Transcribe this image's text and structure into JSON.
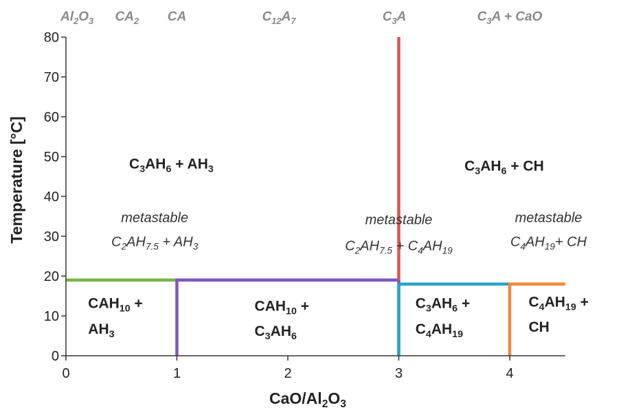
{
  "chart_data": {
    "type": "phase-diagram",
    "xlabel": "CaO/Al2O3",
    "ylabel": "Temperature [°C]",
    "xlim": [
      0,
      4.5
    ],
    "ylim": [
      0,
      80
    ],
    "x_ticks": [
      0,
      1,
      2,
      3,
      4
    ],
    "y_ticks": [
      0,
      10,
      20,
      30,
      40,
      50,
      60,
      70,
      80
    ],
    "top_labels": [
      {
        "text": "Al2O3",
        "x": 0.1
      },
      {
        "text": "CA2",
        "x": 0.55
      },
      {
        "text": "CA",
        "x": 1.0
      },
      {
        "text": "C12A7",
        "x": 1.92
      },
      {
        "text": "C3A",
        "x": 2.96
      },
      {
        "text": "C3A + CaO",
        "x": 4.0
      }
    ],
    "boundaries": [
      {
        "color": "#7cb342",
        "points": [
          [
            0,
            19
          ],
          [
            1,
            19
          ]
        ]
      },
      {
        "color": "#7e57c2",
        "points": [
          [
            1,
            0
          ],
          [
            1,
            19
          ],
          [
            3,
            19
          ]
        ]
      },
      {
        "color": "#7e57c2",
        "points": [
          [
            3,
            19
          ],
          [
            3,
            0
          ]
        ]
      },
      {
        "color": "#29a3c9",
        "points": [
          [
            3,
            18
          ],
          [
            4,
            18
          ]
        ]
      },
      {
        "color": "#29a3c9",
        "points": [
          [
            3,
            0
          ],
          [
            3,
            18
          ]
        ]
      },
      {
        "color": "#ef8a3a",
        "points": [
          [
            4,
            0
          ],
          [
            4,
            18
          ],
          [
            4.5,
            18
          ]
        ]
      },
      {
        "color": "#e05252",
        "points": [
          [
            3,
            19
          ],
          [
            3,
            80
          ]
        ]
      }
    ],
    "regions": [
      {
        "text": "C3AH6 + AH3",
        "x": 0.95,
        "y": 47,
        "style": "bold"
      },
      {
        "text": "C3AH6 + CH",
        "x": 3.95,
        "y": 46.5,
        "style": "bold"
      },
      {
        "text": "metastable",
        "x": 0.8,
        "y": 33.5,
        "style": "italic"
      },
      {
        "text": "C2AH7.5 + AH3",
        "x": 0.8,
        "y": 27.5,
        "style": "italic"
      },
      {
        "text": "metastable",
        "x": 3.0,
        "y": 33,
        "style": "italic"
      },
      {
        "text": "C2AH7.5 + C4AH19",
        "x": 3.0,
        "y": 26.5,
        "style": "italic"
      },
      {
        "text": "metastable",
        "x": 4.35,
        "y": 33.5,
        "style": "italic"
      },
      {
        "text": "C4AH19+ CH",
        "x": 4.35,
        "y": 27.5,
        "style": "italic"
      },
      {
        "text": "CAH10 +",
        "x": 0.2,
        "y": 12,
        "style": "bold-left"
      },
      {
        "text": "AH3",
        "x": 0.2,
        "y": 5.5,
        "style": "bold-left"
      },
      {
        "text": "CAH10 +",
        "x": 1.7,
        "y": 11.3,
        "style": "bold-left"
      },
      {
        "text": "C3AH6",
        "x": 1.7,
        "y": 5,
        "style": "bold-left"
      },
      {
        "text": "C3AH6 +",
        "x": 3.15,
        "y": 12,
        "style": "bold-left"
      },
      {
        "text": "C4AH19",
        "x": 3.15,
        "y": 5.5,
        "style": "bold-left"
      },
      {
        "text": "C4AH19 +",
        "x": 4.17,
        "y": 12.3,
        "style": "bold-left"
      },
      {
        "text": "CH",
        "x": 4.17,
        "y": 6,
        "style": "bold-left"
      }
    ]
  }
}
